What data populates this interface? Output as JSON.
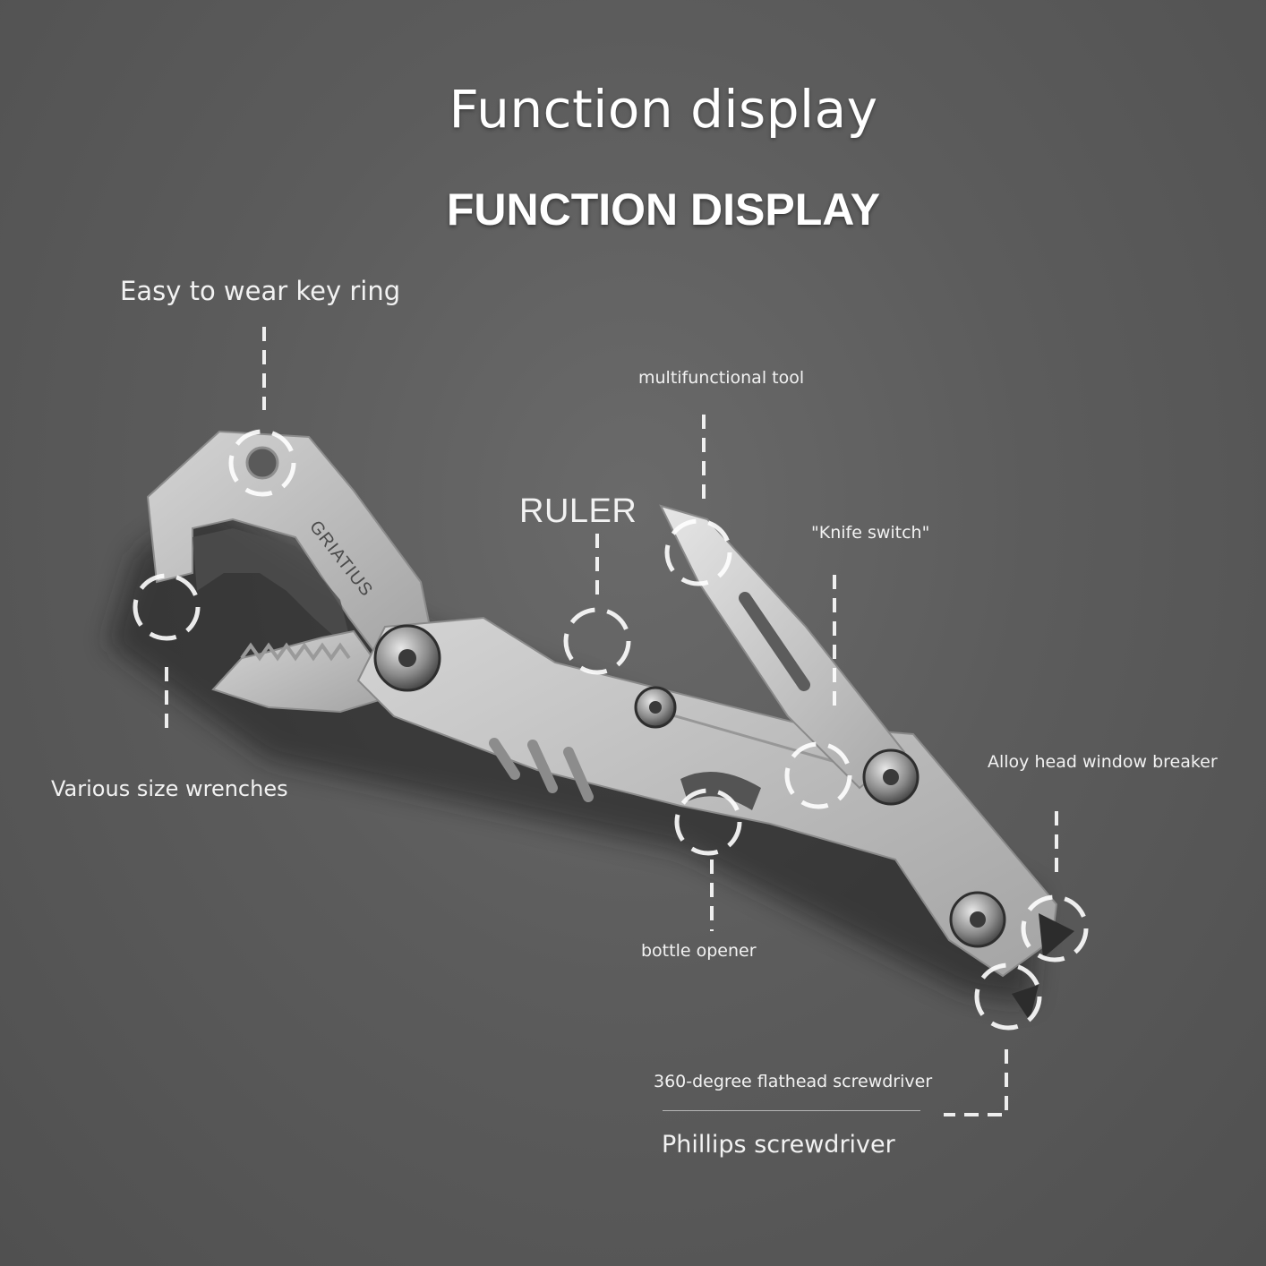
{
  "title": "Function display",
  "subtitle": "FUNCTION DISPLAY",
  "brand_engraving": "GRIATIUS",
  "callouts": {
    "key_ring": "Easy to wear key ring",
    "multifunctional_tool": "multifunctional tool",
    "ruler": "RULER",
    "knife_switch": "\"Knife switch\"",
    "wrenches": "Various size wrenches",
    "window_breaker": "Alloy head window breaker",
    "bottle_opener": "bottle opener",
    "flathead": "360-degree flathead screwdriver",
    "phillips": "Phillips screwdriver"
  },
  "colors": {
    "background": "#5c5c5c",
    "tool_metal": "#bdbdbd",
    "tool_shadow": "#7e7e7e",
    "label_text": "#f2f2f2"
  }
}
